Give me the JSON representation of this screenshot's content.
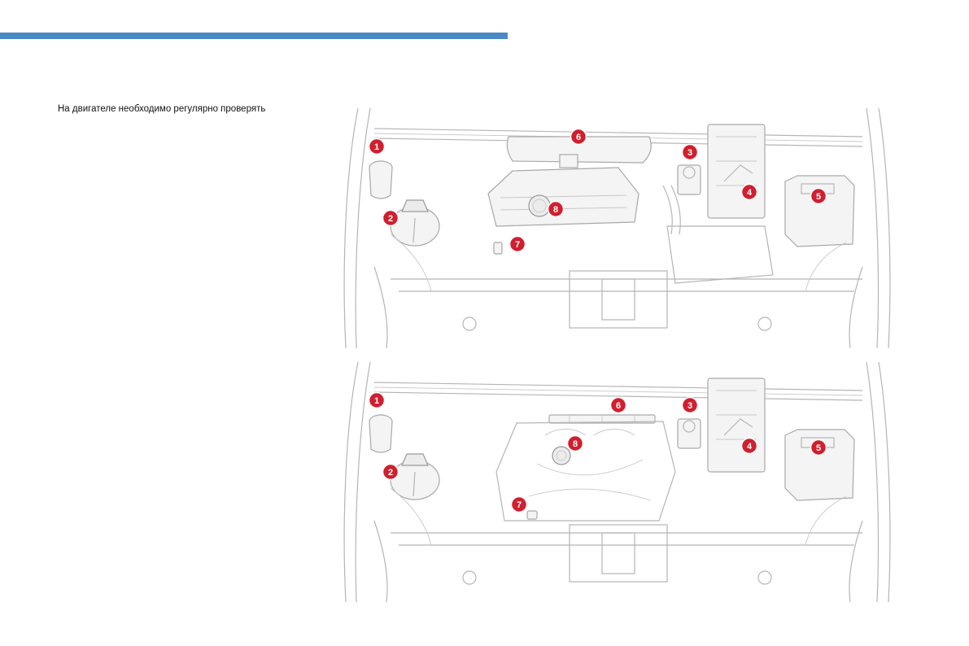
{
  "header": {
    "accent_color": "#4a89c6"
  },
  "intro_text": "На двигателе необходимо регулярно проверять",
  "badge_color": "#d01f2f",
  "diagrams": [
    {
      "badges": [
        "1",
        "2",
        "3",
        "4",
        "5",
        "6",
        "7",
        "8"
      ]
    },
    {
      "badges": [
        "1",
        "2",
        "3",
        "4",
        "5",
        "6",
        "7",
        "8"
      ]
    }
  ]
}
